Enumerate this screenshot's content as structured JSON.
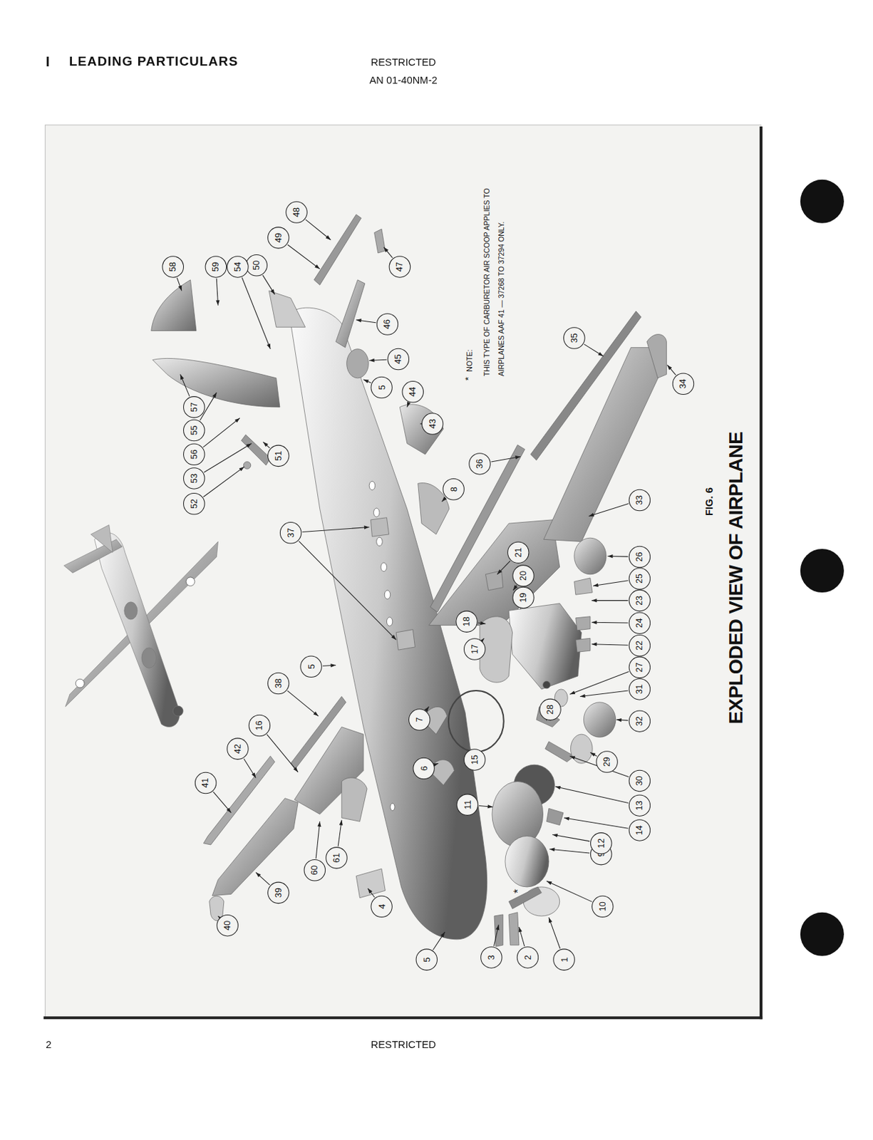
{
  "diagram": {
    "caption": "EXPLODED VIEW OF AIRPLANE",
    "nodes": [
      {
        "text": [
          "1"
        ]
      },
      {
        "text": [
          "2"
        ]
      },
      {
        "text": [
          "3"
        ]
      },
      {
        "text": [
          "4"
        ]
      },
      {
        "text": [
          "5"
        ]
      },
      {
        "text": [
          "5"
        ]
      },
      {
        "text": [
          "5"
        ]
      },
      {
        "text": [
          "6"
        ]
      },
      {
        "text": [
          "7"
        ]
      },
      {
        "text": [
          "8"
        ]
      },
      {
        "text": [
          "9"
        ]
      },
      {
        "text": [
          "10"
        ]
      },
      {
        "text": [
          "11"
        ]
      },
      {
        "text": [
          "12"
        ]
      },
      {
        "text": [
          "13"
        ]
      },
      {
        "text": [
          "14"
        ]
      },
      {
        "text": [
          "15"
        ]
      },
      {
        "text": [
          "16"
        ]
      },
      {
        "text": [
          "17"
        ]
      },
      {
        "text": [
          "18"
        ]
      },
      {
        "text": [
          "19"
        ]
      },
      {
        "text": [
          "20"
        ]
      },
      {
        "text": [
          "21"
        ]
      },
      {
        "text": [
          "22"
        ]
      },
      {
        "text": [
          "23"
        ]
      },
      {
        "text": [
          "24"
        ]
      },
      {
        "text": [
          "25"
        ]
      },
      {
        "text": [
          "26"
        ]
      },
      {
        "text": [
          "27"
        ]
      },
      {
        "text": [
          "28"
        ]
      },
      {
        "text": [
          "29"
        ]
      },
      {
        "text": [
          "30"
        ]
      },
      {
        "text": [
          "31"
        ]
      },
      {
        "text": [
          "32"
        ]
      },
      {
        "text": [
          "33"
        ]
      },
      {
        "text": [
          "34"
        ]
      },
      {
        "text": [
          "35"
        ]
      },
      {
        "text": [
          "36"
        ]
      },
      {
        "text": [
          "37"
        ]
      },
      {
        "text": [
          "38"
        ]
      },
      {
        "text": [
          "39"
        ]
      },
      {
        "text": [
          "40"
        ]
      },
      {
        "text": [
          "41"
        ]
      },
      {
        "text": [
          "42"
        ]
      },
      {
        "text": [
          "43"
        ]
      },
      {
        "text": [
          "44"
        ]
      },
      {
        "text": [
          "45"
        ]
      },
      {
        "text": [
          "46"
        ]
      },
      {
        "text": [
          "47"
        ]
      },
      {
        "text": [
          "48"
        ]
      },
      {
        "text": [
          "49"
        ]
      },
      {
        "text": [
          "50"
        ]
      },
      {
        "text": [
          "51"
        ]
      },
      {
        "text": [
          "52"
        ]
      },
      {
        "text": [
          "53"
        ]
      },
      {
        "text": [
          "54"
        ]
      },
      {
        "text": [
          "55"
        ]
      },
      {
        "text": [
          "56"
        ]
      },
      {
        "text": [
          "57"
        ]
      },
      {
        "text": [
          "58"
        ]
      },
      {
        "text": [
          "59"
        ]
      },
      {
        "text": [
          "60"
        ]
      },
      {
        "text": [
          "61"
        ]
      }
    ],
    "labels": [
      "I",
      "LEADING PARTICULARS",
      "RESTRICTED",
      "AN 01-40NM-2",
      "*",
      "*",
      "NOTE:",
      "THIS TYPE OF CARBURETOR AIR SCOOP APPLIES TO AIRPLANES AAF 41 — 37268 TO 37294 ONLY.",
      "FIG. 6",
      "2",
      "RESTRICTED"
    ]
  }
}
